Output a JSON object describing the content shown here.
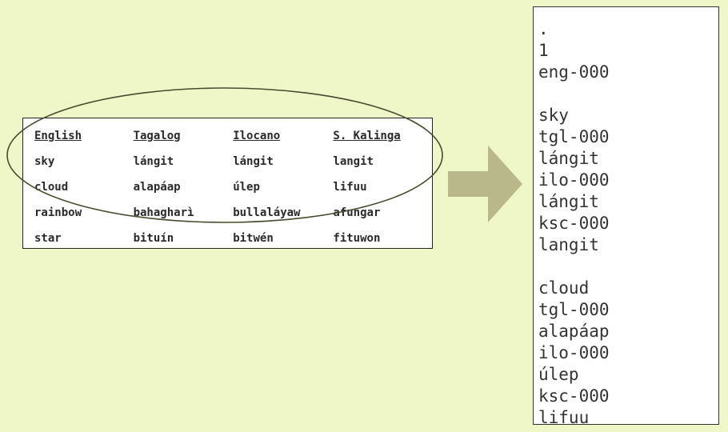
{
  "scan_table": {
    "headers": [
      "English",
      "Tagalog",
      "Ilocano",
      "S. Kalinga"
    ],
    "rows": [
      [
        "sky",
        "lángit",
        "lángit",
        "langit"
      ],
      [
        "cloud",
        "alapáap",
        "úlep",
        "lifuu"
      ],
      [
        "rainbow",
        "bahagharì",
        "bullaláyaw",
        "afungar"
      ],
      [
        "star",
        "bituín",
        "bitwén",
        "fituwon"
      ]
    ]
  },
  "output_lines": [
    ".",
    "1",
    "eng-000",
    "",
    "sky",
    "tgl-000",
    "lángit",
    "ilo-000",
    "lángit",
    "ksc-000",
    "langit",
    "",
    "cloud",
    "tgl-000",
    "alapáap",
    "ilo-000",
    "úlep",
    "ksc-000",
    "lifuu"
  ],
  "colors": {
    "background": "#eff7c8",
    "arrow": "#b8b88a",
    "oval": "#4a4a2e"
  }
}
